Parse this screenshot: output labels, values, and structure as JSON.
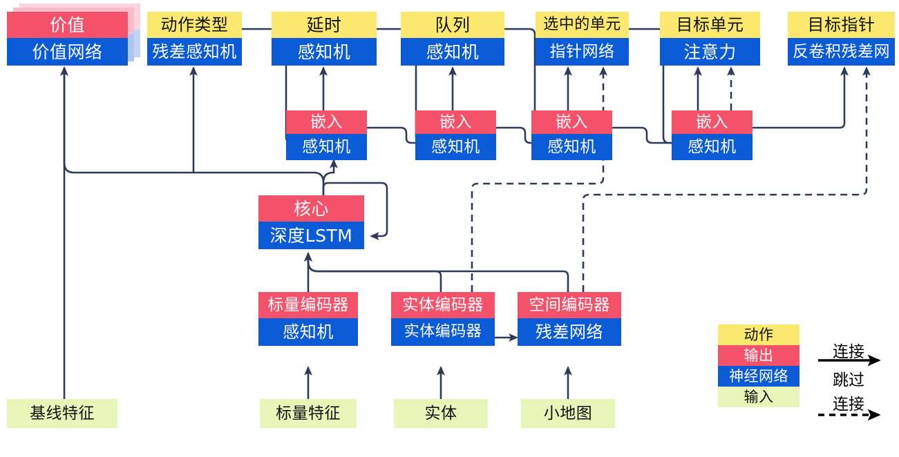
{
  "diagram": {
    "title": "AlphaStar-style Neural Network Architecture (Chinese labels)",
    "colors": {
      "action": "#FAE96E",
      "output": "#F4526A",
      "network": "#0A5BD5",
      "input": "#E8F5B8",
      "edge": "#2E3A59",
      "legend_arrow": "#000000"
    },
    "action_head_nodes": [
      {
        "id": "value",
        "top": "价值",
        "bottom": "价值网络",
        "top_kind": "output",
        "stacked": true
      },
      {
        "id": "action-type",
        "top": "动作类型",
        "bottom": "残差感知机",
        "top_kind": "action",
        "stacked": false
      },
      {
        "id": "delay",
        "top": "延时",
        "bottom": "感知机",
        "top_kind": "action",
        "stacked": false
      },
      {
        "id": "queue",
        "top": "队列",
        "bottom": "感知机",
        "top_kind": "action",
        "stacked": false
      },
      {
        "id": "selected-units",
        "top": "选中的单元",
        "bottom": "指针网络",
        "top_kind": "action",
        "stacked": false
      },
      {
        "id": "target-unit",
        "top": "目标单元",
        "bottom": "注意力",
        "top_kind": "action",
        "stacked": false
      },
      {
        "id": "target-point",
        "top": "目标指针",
        "bottom": "反卷积残差网",
        "top_kind": "action",
        "stacked": false
      }
    ],
    "embed_nodes": [
      {
        "id": "embed-1",
        "top": "嵌入",
        "bottom": "感知机"
      },
      {
        "id": "embed-2",
        "top": "嵌入",
        "bottom": "感知机"
      },
      {
        "id": "embed-3",
        "top": "嵌入",
        "bottom": "感知机"
      },
      {
        "id": "embed-4",
        "top": "嵌入",
        "bottom": "感知机"
      }
    ],
    "core_node": {
      "id": "core",
      "top": "核心",
      "bottom": "深度LSTM"
    },
    "encoder_nodes": [
      {
        "id": "scalar-encoder",
        "top": "标量编码器",
        "bottom": "感知机"
      },
      {
        "id": "entity-encoder",
        "top": "实体编码器",
        "bottom": "实体编码器"
      },
      {
        "id": "spatial-encoder",
        "top": "空间编码器",
        "bottom": "残差网络"
      }
    ],
    "input_nodes": [
      {
        "id": "baseline-features",
        "label": "基线特征"
      },
      {
        "id": "scalar-features",
        "label": "标量特征"
      },
      {
        "id": "entities",
        "label": "实体"
      },
      {
        "id": "minimap",
        "label": "小地图"
      }
    ],
    "legend": {
      "swatches": [
        {
          "id": "legend-action",
          "label": "动作",
          "kind": "action"
        },
        {
          "id": "legend-output",
          "label": "输出",
          "kind": "output"
        },
        {
          "id": "legend-network",
          "label": "神经网络",
          "kind": "network"
        },
        {
          "id": "legend-input",
          "label": "输入",
          "kind": "input"
        }
      ],
      "connection_label": "连接",
      "skip_label_line1": "跳过",
      "skip_label_line2": "连接"
    }
  }
}
